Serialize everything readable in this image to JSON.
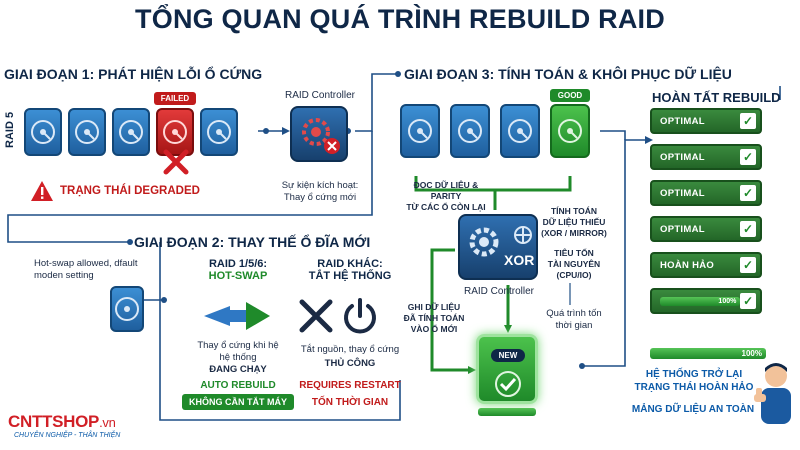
{
  "title": "TỔNG QUAN QUÁ TRÌNH REBUILD RAID",
  "phase1": {
    "title": "GIAI ĐOẠN 1: PHÁT HIỆN LỖI Ổ CỨNG",
    "raid_label": "RAID 5",
    "failed_badge": "FAILED",
    "status": "TRẠNG THÁI DEGRADED",
    "controller_label": "RAID Controller",
    "trigger_text": "Sự kiện kích hoạt:\nThay ổ cứng mới"
  },
  "phase2": {
    "title": "GIAI ĐOẠN 2: THAY THẾ Ổ ĐĨA MỚI",
    "hotswap_note": "Hot-swap allowed, dfault\nmoden setting",
    "left_head": "RAID 1/5/6:",
    "left_sub": "HOT-SWAP",
    "left_desc": "Thay ổ cứng khi hệ\nhệ thống",
    "left_desc_strong": "ĐANG CHẠY",
    "left_auto": "AUTO REBUILD",
    "left_pill": "KHÔNG CẦN TẮT MÁY",
    "right_head": "RAID KHÁC:",
    "right_sub": "TẮT HỆ THỐNG",
    "right_desc": "Tắt nguồn, thay ổ cứng",
    "right_desc_strong": "THỦ CÔNG",
    "right_req": "REQUIRES RESTART",
    "right_cost": "TỐN THỜI GIAN"
  },
  "phase3": {
    "title": "GIAI ĐOẠN 3: TÍNH TOÁN & KHÔI PHỤC DỮ LIỆU",
    "good_badge": "GOOD",
    "read_text": "ĐỌC DỮ LIỆU & PARITY\nTỪ CÁC Ổ CÒN LẠI",
    "calc_text": "TÍNH TOÁN\nDỮ LIỆU THIẾU\n(XOR / MIRROR)",
    "cost_text": "TIÊU TỐN\nTÀI NGUYÊN\n(CPU/IO)",
    "time_text": "Quá trình tốn\nthời gian",
    "xor_label": "XOR",
    "controller_label": "RAID Controller",
    "write_text": "GHI DỮ LIỆU\nĐÃ TÍNH TOÁN\nVÀO Ổ MỚI",
    "new_badge": "NEW"
  },
  "complete": {
    "title": "HOÀN TẤT REBUILD",
    "cards": [
      "OPTIMAL",
      "OPTIMAL",
      "OPTIMAL",
      "OPTIMAL",
      "HOÀN HẢO"
    ],
    "progress_card": "100%",
    "progress_main": "100%",
    "progress_value": 1.0,
    "final_text1": "HỆ THỐNG TRỞ LẠI\nTRẠNG THÁI HOÀN HẢO",
    "final_text2": "MẢNG DỮ LIỆU AN TOÀN"
  },
  "logo": {
    "brand": "CNTTSHOP",
    "domain": ".vn",
    "tagline": "CHUYÊN NGHIỆP - THÂN THIỆN"
  },
  "colors": {
    "navy": "#0f2747",
    "blue": "#0b5aa8",
    "red": "#c11b1b",
    "green": "#1f8a2a"
  }
}
